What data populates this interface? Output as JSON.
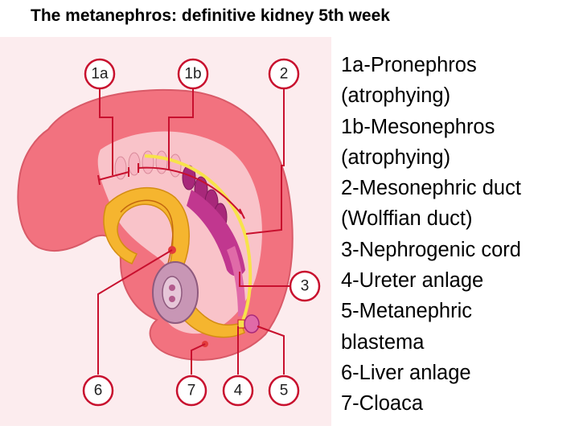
{
  "title": "The metanephros: definitive kidney 5th week",
  "callouts": {
    "c1a": "1a",
    "c1b": "1b",
    "c2": "2",
    "c3": "3",
    "c4": "4",
    "c5": "5",
    "c6": "6",
    "c7": "7"
  },
  "legend": [
    "1a-Pronephros",
    "(atrophying)",
    "1b-Mesonephros",
    "(atrophying)",
    "2-Mesonephric duct",
    "(Wolffian duct)",
    "3-Nephrogenic cord",
    "4-Ureter anlage",
    "5-Metanephric",
    "blastema",
    "6-Liver anlage",
    "7-Cloaca"
  ],
  "colors": {
    "embryo_outer": "#f2727f",
    "embryo_inner": "#f9c3c9",
    "gut_yellow": "#f5b52f",
    "mesonephros_purple": "#a8287a",
    "leader_red": "#c8102e",
    "panel_bg": "#fcecee"
  }
}
